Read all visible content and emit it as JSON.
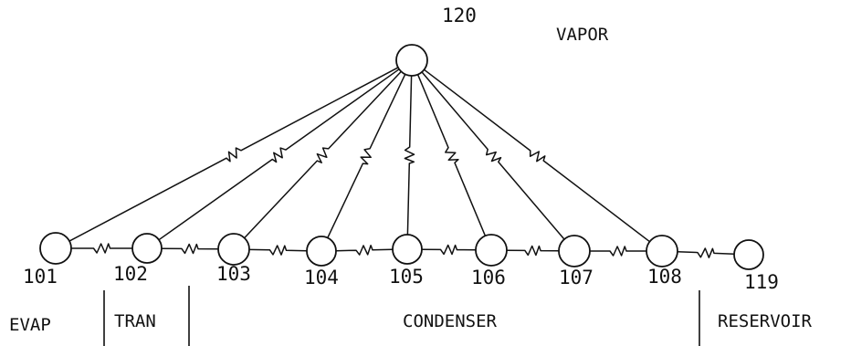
{
  "diagram": {
    "node_count": 10,
    "vapor_node": {
      "id": "v",
      "label": "120"
    },
    "chain_nodes": [
      {
        "id": "n1",
        "label": "101"
      },
      {
        "id": "n2",
        "label": "102"
      },
      {
        "id": "n3",
        "label": "103"
      },
      {
        "id": "n4",
        "label": "104"
      },
      {
        "id": "n5",
        "label": "105"
      },
      {
        "id": "n6",
        "label": "106"
      },
      {
        "id": "n7",
        "label": "107"
      },
      {
        "id": "n8",
        "label": "108"
      },
      {
        "id": "n9",
        "label": "119"
      }
    ],
    "vapor_label": "VAPOR",
    "sections": [
      {
        "label": "EVAP"
      },
      {
        "label": "TRAN"
      },
      {
        "label": "CONDENSER"
      },
      {
        "label": "RESERVOIR"
      }
    ],
    "resistor_links": [
      {
        "from": "n1",
        "to": "n2"
      },
      {
        "from": "n2",
        "to": "n3"
      },
      {
        "from": "n3",
        "to": "n4"
      },
      {
        "from": "n4",
        "to": "n5"
      },
      {
        "from": "n5",
        "to": "n6"
      },
      {
        "from": "n6",
        "to": "n7"
      },
      {
        "from": "n7",
        "to": "n8"
      },
      {
        "from": "n8",
        "to": "n9"
      },
      {
        "from": "v",
        "to": "n1"
      },
      {
        "from": "v",
        "to": "n2"
      },
      {
        "from": "v",
        "to": "n3"
      },
      {
        "from": "v",
        "to": "n4"
      },
      {
        "from": "v",
        "to": "n5"
      },
      {
        "from": "v",
        "to": "n6"
      },
      {
        "from": "v",
        "to": "n7"
      },
      {
        "from": "v",
        "to": "n8"
      }
    ]
  }
}
